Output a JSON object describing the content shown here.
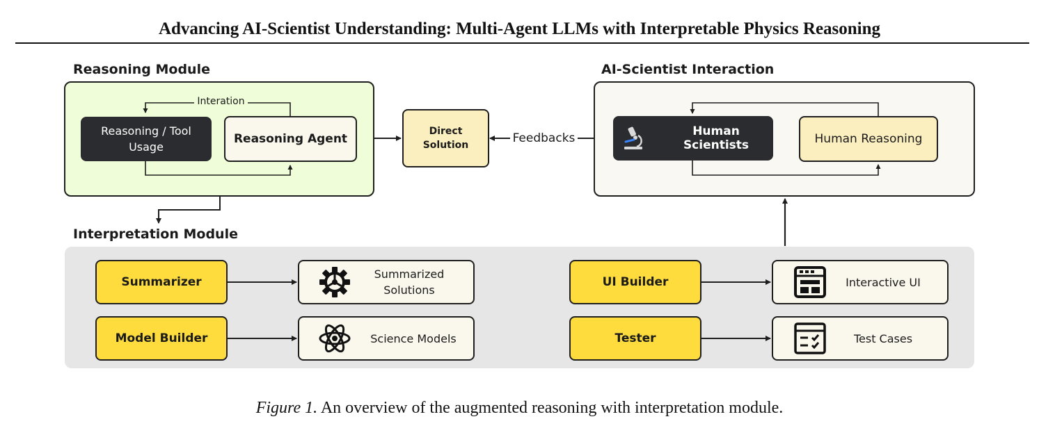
{
  "header": {
    "title": "Advancing AI-Scientist Understanding: Multi-Agent LLMs with Interpretable Physics Reasoning"
  },
  "reasoning_module": {
    "title": "Reasoning Module",
    "loop_label": "Interation",
    "tool_box": "Reasoning / Tool Usage",
    "agent_box": "Reasoning Agent"
  },
  "direct_solution": {
    "line1": "Direct",
    "line2": "Solution"
  },
  "feedbacks_label": "Feedbacks",
  "ai_scientist_interaction": {
    "title": "AI-Scientist Interaction",
    "human_scientists": "Human Scientists",
    "human_reasoning": "Human Reasoning",
    "icon": "microscope-icon"
  },
  "interpretation_module": {
    "title": "Interpretation Module",
    "rows": [
      {
        "agent": "Summarizer",
        "output": "Summarized Solutions",
        "icon": "gear-icon"
      },
      {
        "agent": "Model Builder",
        "output": "Science Models",
        "icon": "atom-icon"
      },
      {
        "agent": "UI Builder",
        "output": "Interactive UI",
        "icon": "ui-layout-icon"
      },
      {
        "agent": "Tester",
        "output": "Test Cases",
        "icon": "test-checklist-icon"
      }
    ]
  },
  "caption": {
    "label": "Figure 1.",
    "text": "An overview of the augmented reasoning with interpretation module."
  },
  "colors": {
    "reasoning_panel_bg": "#effdd9",
    "interaction_panel_bg": "#faf8f3",
    "interpretation_panel_bg": "#e6e6e6",
    "agent_yellow": "#fedc3d",
    "dark_box": "#2b2c2f",
    "cream_box": "#faf7ec",
    "direct_solution_bg": "#fcefbf"
  }
}
